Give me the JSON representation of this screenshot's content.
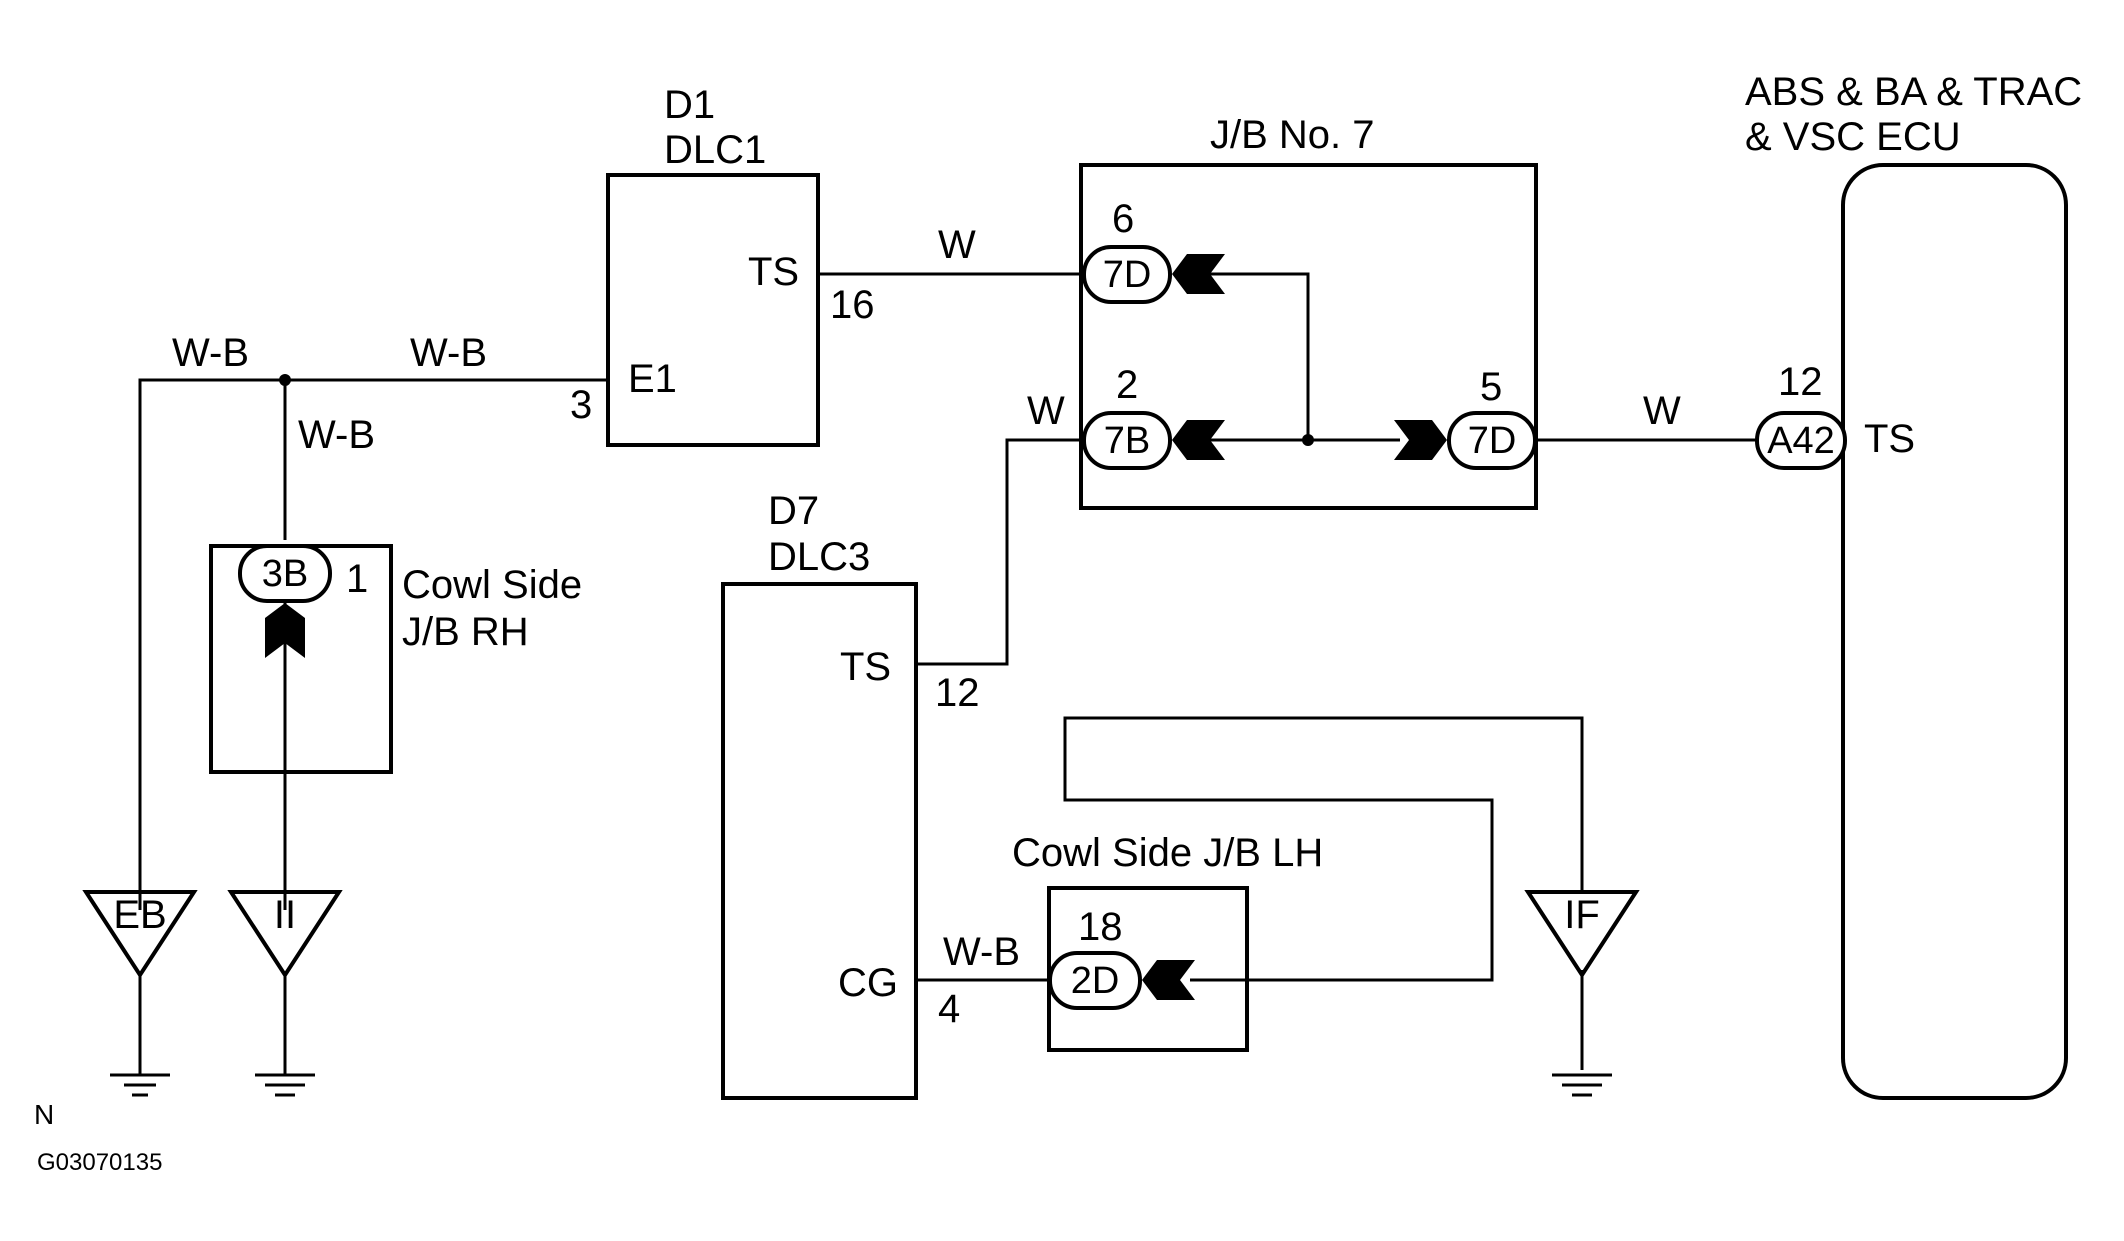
{
  "components": {
    "dlc1": {
      "ref": "D1",
      "name": "DLC1",
      "pin_ts": "TS",
      "pin_e1": "E1",
      "pin_ts_no": "16",
      "pin_e1_no": "3"
    },
    "jb7": {
      "title": "J/B No. 7",
      "conn_top": "7D",
      "conn_top_pin": "6",
      "conn_mid_left": "7B",
      "conn_mid_left_pin": "2",
      "conn_mid_right": "7D",
      "conn_mid_right_pin": "5"
    },
    "abs_ecu": {
      "line1": "ABS & BA & TRAC",
      "line2": "& VSC ECU",
      "conn": "A42",
      "conn_pin": "12",
      "pin_ts": "TS"
    },
    "cowl_rh": {
      "line1": "Cowl Side",
      "line2": "J/B RH",
      "conn": "3B",
      "pin": "1"
    },
    "dlc3": {
      "ref": "D7",
      "name": "DLC3",
      "pin_ts": "TS",
      "pin_ts_no": "12",
      "pin_cg": "CG",
      "pin_cg_no": "4"
    },
    "cowl_lh": {
      "title": "Cowl Side J/B LH",
      "conn": "2D",
      "pin": "18"
    }
  },
  "wires": {
    "wb_left": "W-B",
    "wb_top": "W-B",
    "wb_vert": "W-B",
    "w_ts_dlc1": "W",
    "w_dlc3": "W",
    "w_ecu": "W",
    "wb_cg": "W-B"
  },
  "grounds": {
    "eb": "EB",
    "ii": "II",
    "if": "IF"
  },
  "footer": {
    "letter": "N",
    "code": "G03070135"
  }
}
